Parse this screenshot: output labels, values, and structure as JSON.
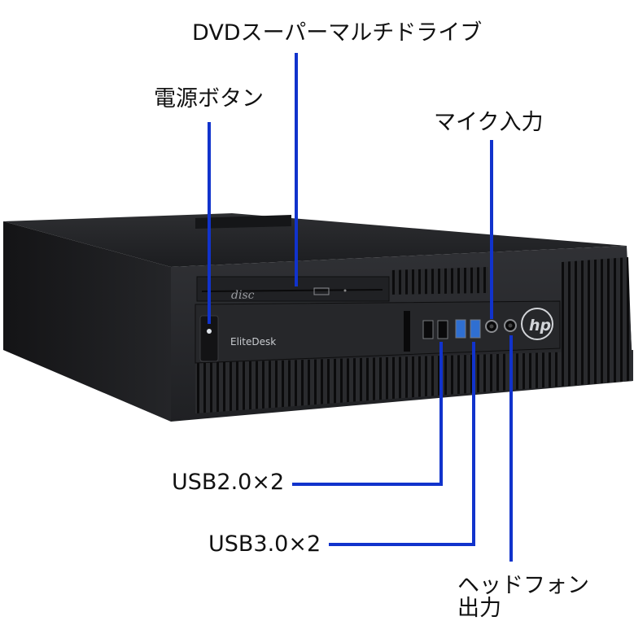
{
  "callouts": {
    "dvd_drive": "DVDスーパーマルチドライブ",
    "power_button": "電源ボタン",
    "mic_input": "マイク入力",
    "usb2": "USB2.0×2",
    "usb3": "USB3.0×2",
    "headphone_line1": "ヘッドフォン",
    "headphone_line2": "出力"
  },
  "device": {
    "model_badge": "EliteDesk",
    "brand_logo": "hp",
    "disc_logo": "disc"
  },
  "colors": {
    "leader_line": "#1133cc",
    "case_dark": "#1b1c1e",
    "usb3_port": "#2f6fd1",
    "label_text": "#111111"
  }
}
